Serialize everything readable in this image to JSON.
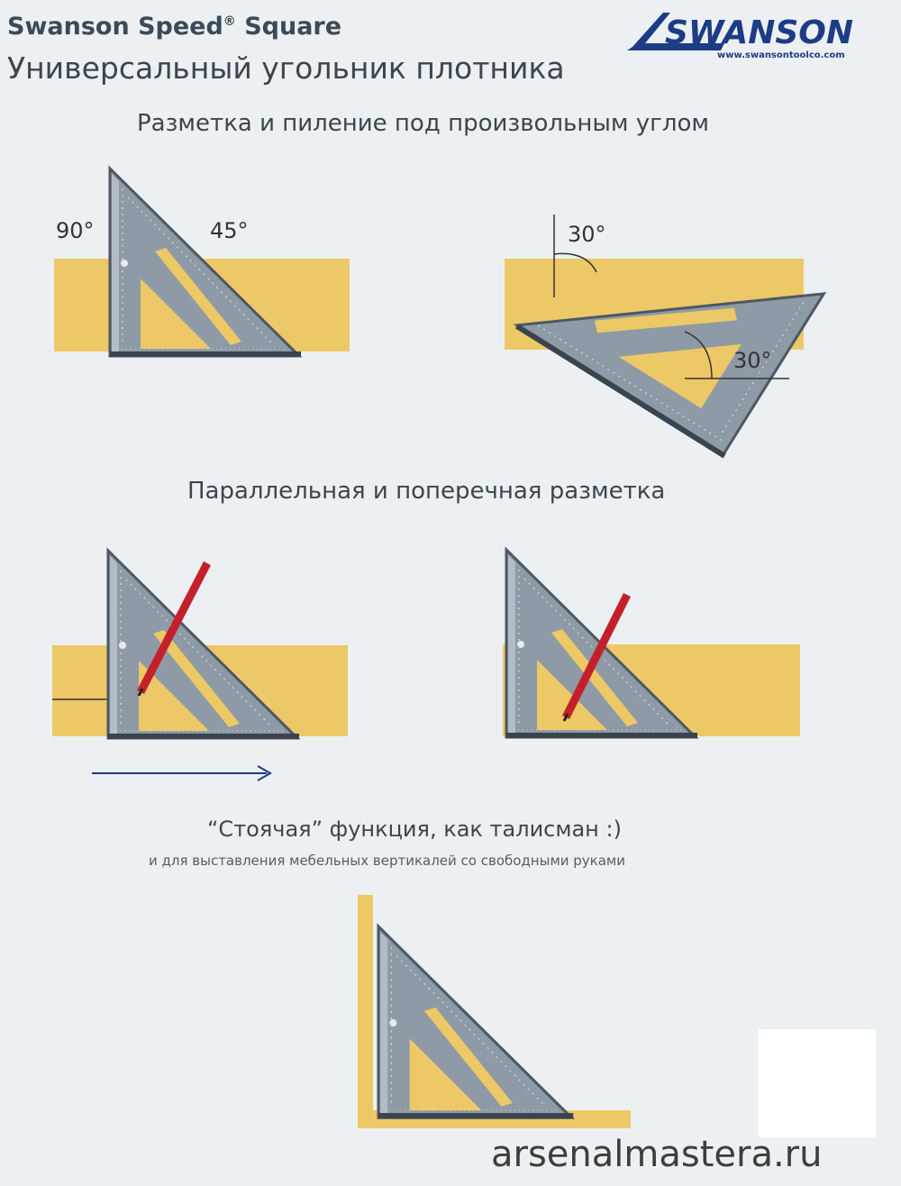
{
  "header": {
    "brand_title": "Swanson Speed",
    "brand_title_mark": "®",
    "brand_title_suffix": " Square",
    "main_title": "Универсальный угольник плотника",
    "logo_text": "SWANSON",
    "logo_url": "www.swansontoolco.com"
  },
  "sections": {
    "s1_heading": "Разметка и пиление под произвольным углом",
    "s2_heading": "Параллельная и поперечная разметка",
    "s3_heading": "“Стоячая” функция,  как талисман :)",
    "s3_sub": "и для выставления мебельных вертикалей со свободными руками"
  },
  "angles": {
    "a90": "90°",
    "a45": "45°",
    "a30_top": "30°",
    "a30_bottom": "30°"
  },
  "watermark": "arsenalmastera.ru",
  "colors": {
    "wood": "#edc866",
    "square_metal": "#8e9aa6",
    "square_edge": "#4d5864",
    "pencil": "#c4202b",
    "logo_blue": "#1d3c86"
  }
}
